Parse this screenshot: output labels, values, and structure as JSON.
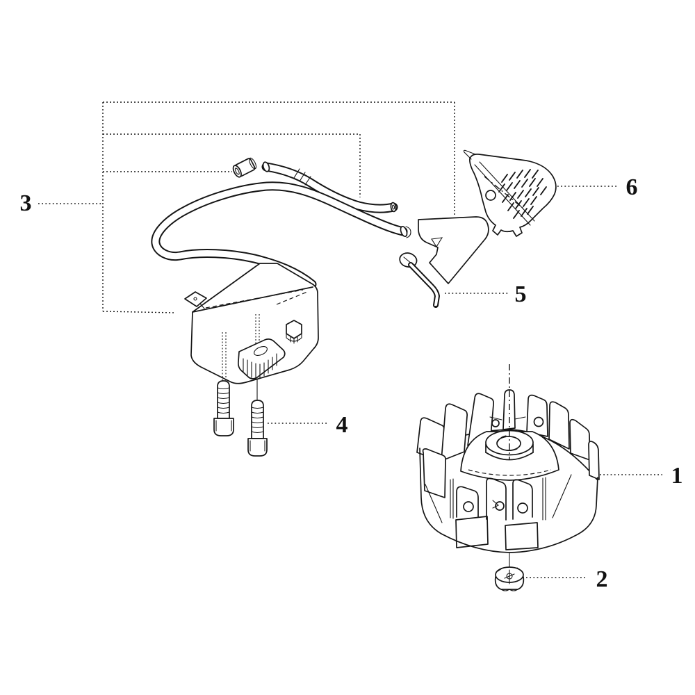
{
  "figure": {
    "background": "#ffffff",
    "line_color": "#151515",
    "label_color": "#111111"
  },
  "callouts": [
    {
      "number": "1"
    },
    {
      "number": "2"
    },
    {
      "number": "3"
    },
    {
      "number": "4"
    },
    {
      "number": "5"
    },
    {
      "number": "6"
    }
  ]
}
